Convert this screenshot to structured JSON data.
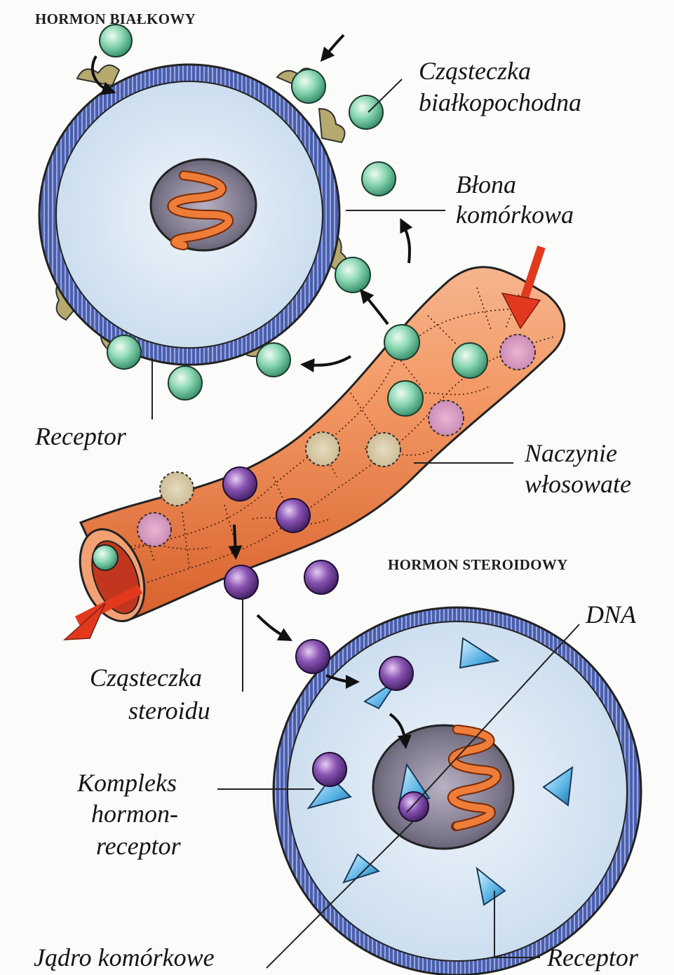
{
  "protein_section": {
    "title": "HORMON BIAŁKOWY",
    "molecule_label": [
      "Cząsteczka",
      "białkopochodna"
    ],
    "membrane_label": [
      "Błona",
      "komórkowa"
    ],
    "receptor_label": "Receptor"
  },
  "capillary": {
    "label": [
      "Naczynie",
      "włosowate"
    ]
  },
  "steroid_section": {
    "title": "HORMON STEROIDOWY",
    "dna_label": "DNA",
    "molecule_label": [
      "Cząsteczka",
      "steroidu"
    ],
    "complex_label": [
      "Kompleks",
      "hormon-",
      "receptor"
    ],
    "nucleus_label": "Jądro komórkowe",
    "receptor_label": "Receptor"
  },
  "colors": {
    "background": "#fbfbfa",
    "membrane": "#4a5fae",
    "cytoplasm": "#d9e6f1",
    "nucleus": "#6b6677",
    "capillary": "#ef8c58",
    "protein_hormone": "#7ccfa9",
    "steroid_hormone": "#7a45a3",
    "receptor_cone": "#3f9fd8",
    "dna": "#e46a24",
    "arrow_red": "#e2391e",
    "receptor_tab": "#b5a96e"
  },
  "icons": [
    "protein-hormone-sphere-icon",
    "steroid-hormone-sphere-icon",
    "receptor-cone-icon",
    "dna-helix-icon",
    "flow-arrow-icon"
  ]
}
